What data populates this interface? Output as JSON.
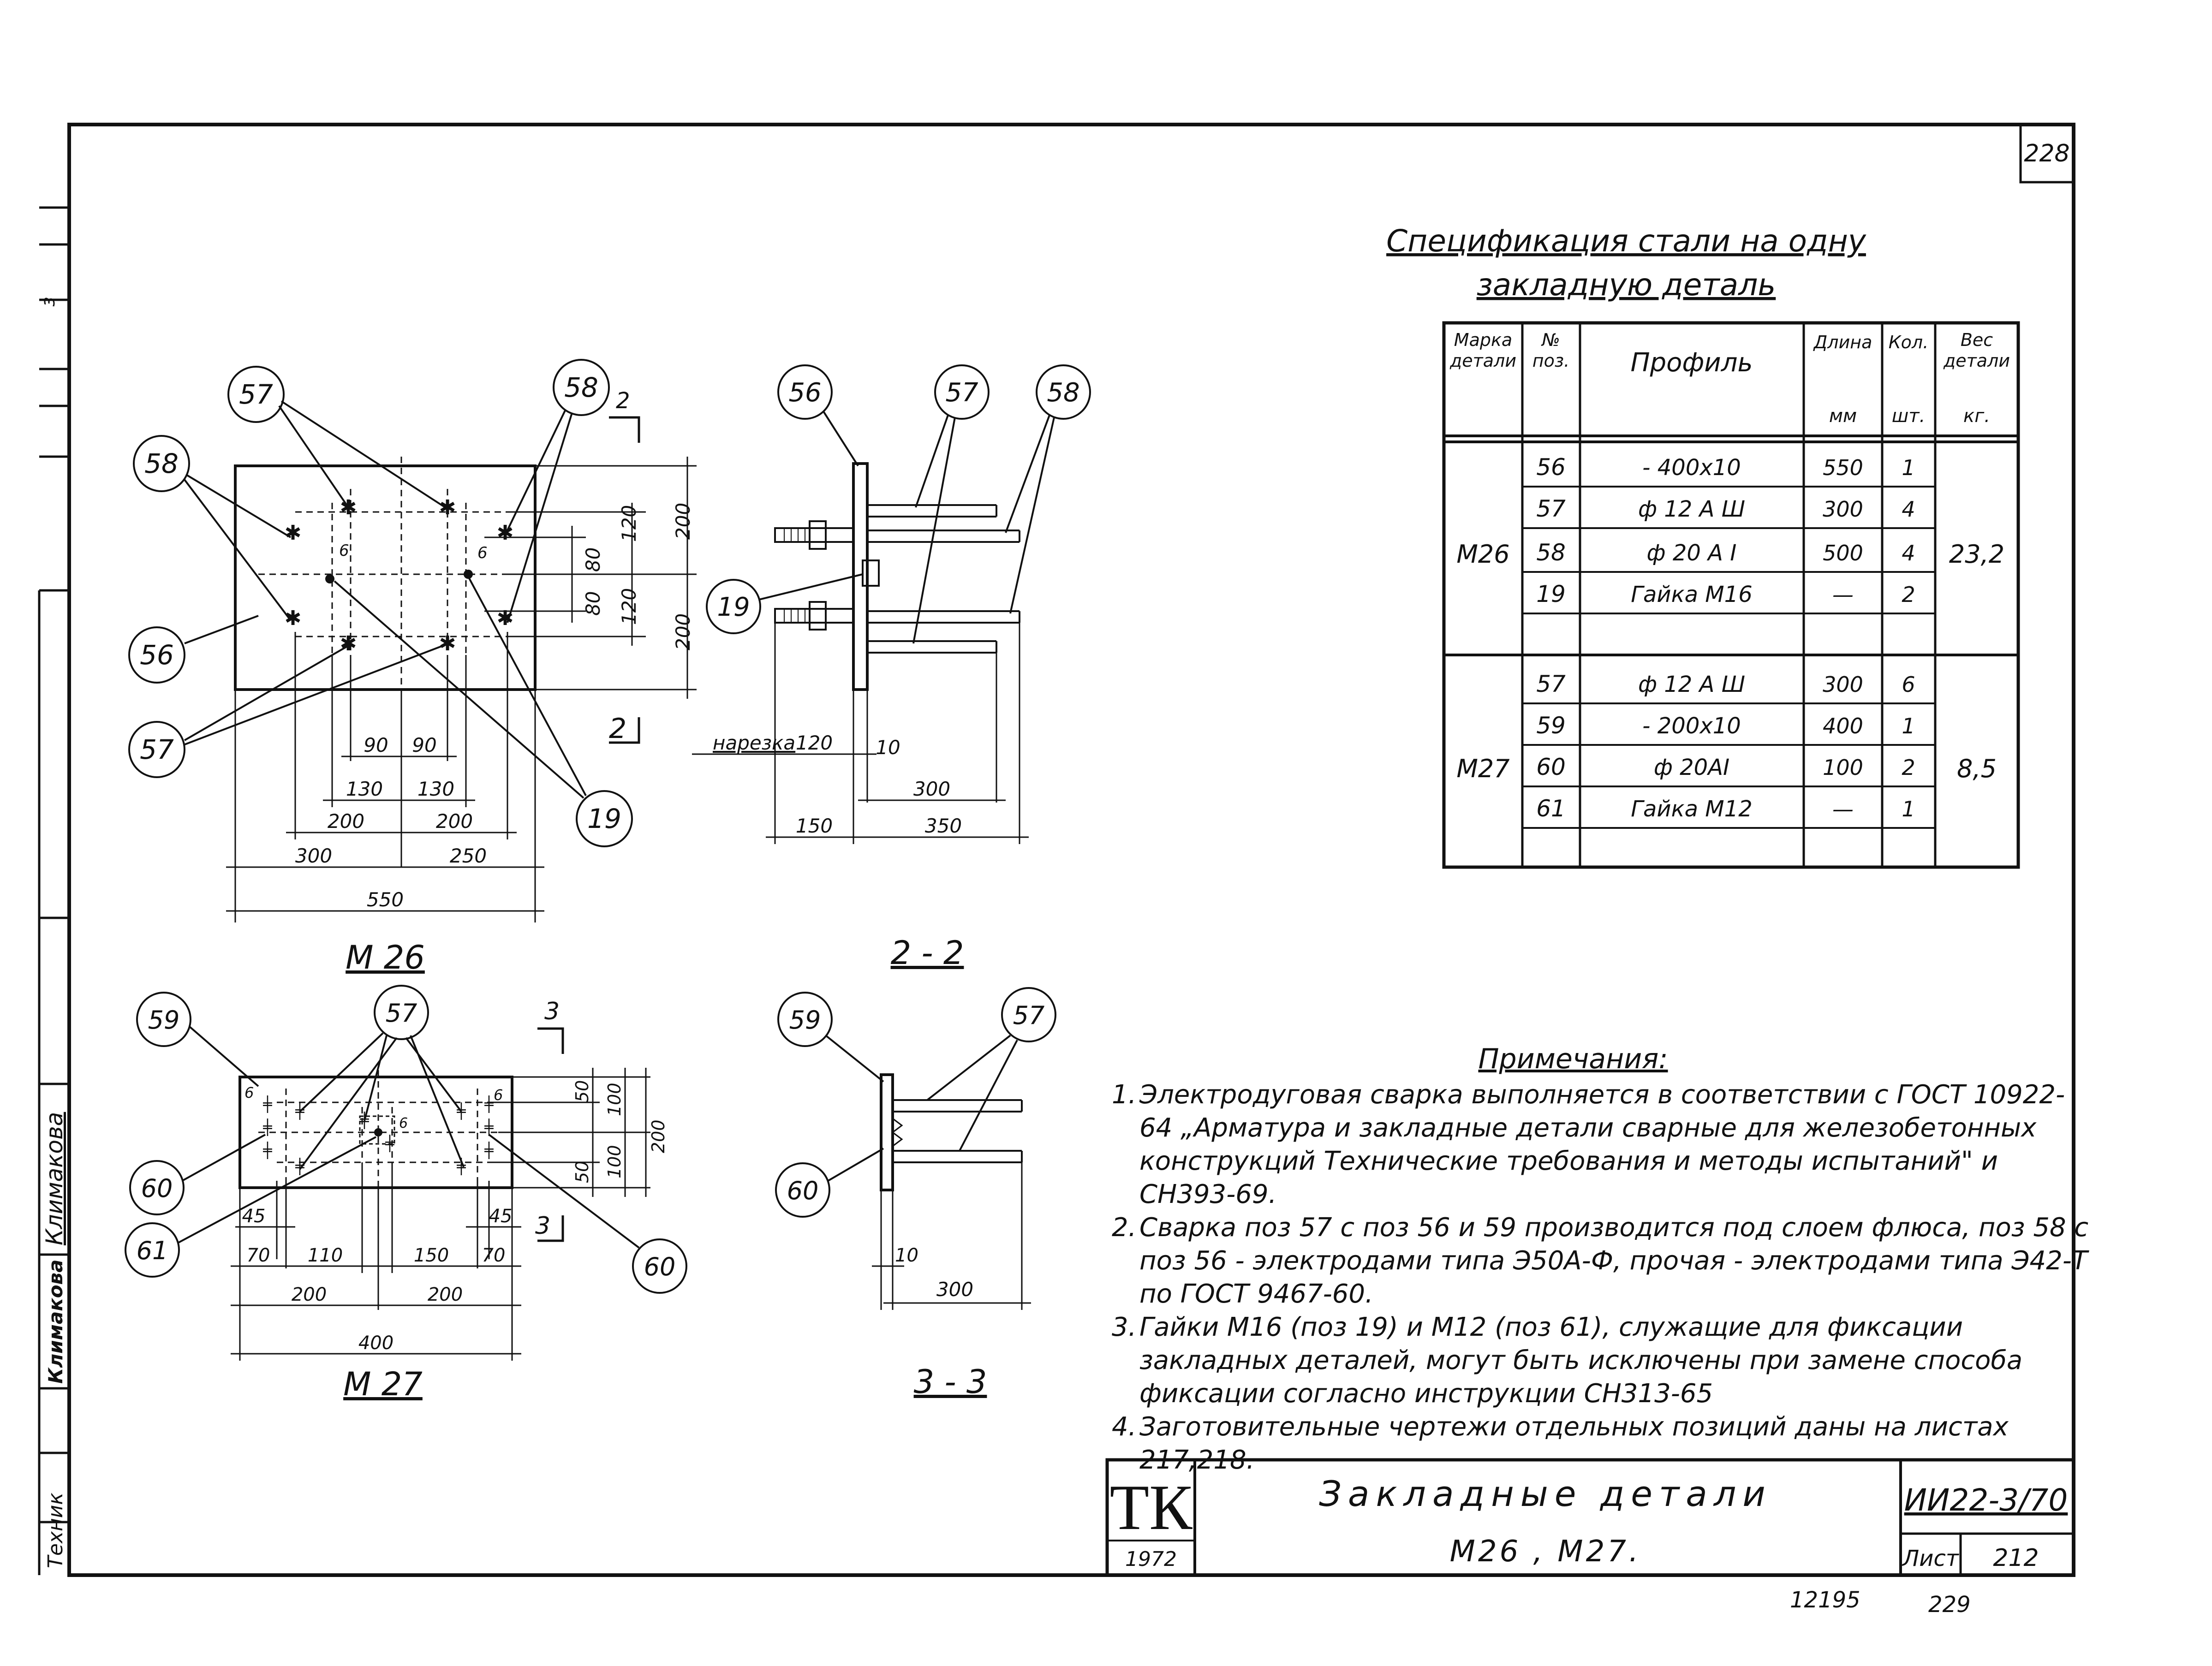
{
  "sheet": {
    "corner_number": "228",
    "bottom_left_number": "12195",
    "bottom_right_number": "229"
  },
  "spec": {
    "title_line1": "Спецификация стали на одну",
    "title_line2": "закладную деталь",
    "headers": {
      "mark": [
        "Марка",
        "детали"
      ],
      "pos": [
        "№",
        "поз."
      ],
      "profile": "Профиль",
      "length": "Длина",
      "length_unit": "мм",
      "qty": "Кол.",
      "qty_unit": "шт.",
      "weight": [
        "Вес",
        "детали"
      ],
      "weight_unit": "кг."
    },
    "groups": [
      {
        "mark": "М26",
        "weight": "23,2",
        "rows": [
          {
            "pos": "56",
            "profile": "- 400х10",
            "length": "550",
            "qty": "1"
          },
          {
            "pos": "57",
            "profile": "ф 12 А Ш",
            "length": "300",
            "qty": "4"
          },
          {
            "pos": "58",
            "profile": "ф 20 А I",
            "length": "500",
            "qty": "4"
          },
          {
            "pos": "19",
            "profile": "Гайка М16",
            "length": "—",
            "qty": "2"
          }
        ]
      },
      {
        "mark": "М27",
        "weight": "8,5",
        "rows": [
          {
            "pos": "57",
            "profile": "ф 12 А Ш",
            "length": "300",
            "qty": "6"
          },
          {
            "pos": "59",
            "profile": "- 200х10",
            "length": "400",
            "qty": "1"
          },
          {
            "pos": "60",
            "profile": "ф 20АI",
            "length": "100",
            "qty": "2"
          },
          {
            "pos": "61",
            "profile": "Гайка М12",
            "length": "—",
            "qty": "1"
          }
        ]
      }
    ]
  },
  "drawings": {
    "m26": {
      "label": "М 26",
      "callouts": [
        "57",
        "58",
        "58",
        "56",
        "57",
        "19"
      ],
      "cut_mark": "2",
      "dims_right": [
        "120",
        "80",
        "80",
        "120",
        "200",
        "200"
      ],
      "dims_bottom": [
        "90",
        "90",
        "130",
        "130",
        "200",
        "200",
        "300",
        "250",
        "550"
      ],
      "weld_size": "6"
    },
    "s22": {
      "label": "2 - 2",
      "callouts": [
        "56",
        "57",
        "58",
        "19"
      ],
      "thread_label": "нарезка",
      "dims": [
        "120",
        "10",
        "300",
        "150",
        "350"
      ]
    },
    "m27": {
      "label": "М 27",
      "callouts": [
        "59",
        "57",
        "60",
        "61",
        "60"
      ],
      "cut_mark": "3",
      "dims_right": [
        "50",
        "100",
        "50",
        "100",
        "200"
      ],
      "dims_bottom": [
        "45",
        "45",
        "70",
        "110",
        "150",
        "70",
        "200",
        "200",
        "400"
      ],
      "weld_size": "6"
    },
    "s33": {
      "label": "3 - 3",
      "callouts": [
        "59",
        "57",
        "60"
      ],
      "dims": [
        "10",
        "300"
      ]
    }
  },
  "notes": {
    "title": "Примечания:",
    "items": [
      {
        "num": "1.",
        "text": "Электродуговая сварка выполняется в соответствии с ГОСТ 10922-64 „Арматура и закладные детали сварные для железобетонных конструкций Технические требования и методы испытаний\" и СН393-69."
      },
      {
        "num": "2.",
        "text": "Сварка поз 57 с поз 56 и 59 производится под слоем флюса, поз 58 с поз 56 - электродами типа Э50А-Ф, прочая - электродами типа Э42-Т по ГОСТ 9467-60."
      },
      {
        "num": "3.",
        "text": "Гайки М16 (поз 19) и М12 (поз 61), служащие для фиксации закладных деталей, могут быть исключены при замене способа фиксации согласно инструкции СН313-65"
      },
      {
        "num": "4.",
        "text": "Заготовительные чертежи отдельных позиций даны на листах 217,218."
      }
    ]
  },
  "title_block": {
    "logo": "ТК",
    "year": "1972",
    "title_line1": "Закладные детали",
    "title_line2": "М26 , М27.",
    "series": "ИИ22-3/70",
    "sheet_label": "Лист",
    "sheet_number": "212"
  },
  "side_stamp": {
    "role": "Техник",
    "name": "Климакова",
    "signature": "Климакова"
  }
}
